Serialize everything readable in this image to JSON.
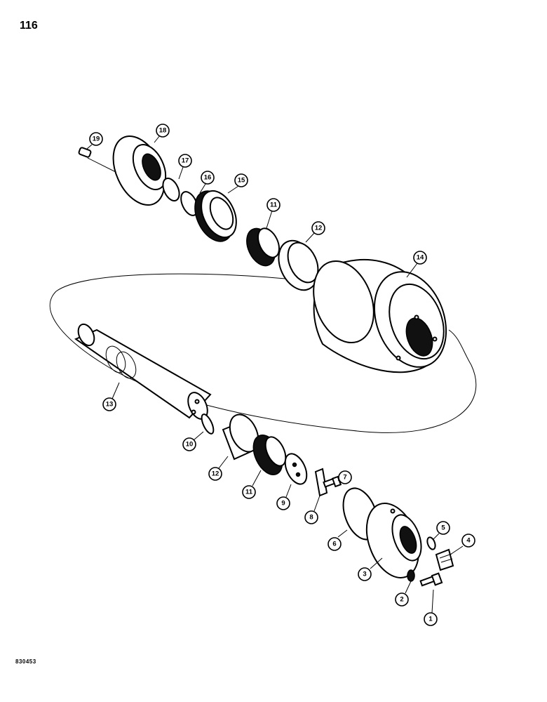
{
  "page": {
    "number": "116",
    "figure_code": "830453"
  },
  "callouts": [
    {
      "id": "1",
      "part": "bolt"
    },
    {
      "id": "2",
      "part": "lock-washer"
    },
    {
      "id": "3",
      "part": "end-collar"
    },
    {
      "id": "4",
      "part": "plug"
    },
    {
      "id": "5",
      "part": "o-ring-small"
    },
    {
      "id": "6",
      "part": "o-ring-large"
    },
    {
      "id": "7",
      "part": "cap-screw"
    },
    {
      "id": "8",
      "part": "lock-plate"
    },
    {
      "id": "9",
      "part": "retainer"
    },
    {
      "id": "10",
      "part": "pin"
    },
    {
      "id": "11",
      "part": "tapered-roller-bearing"
    },
    {
      "id": "11",
      "part": "tapered-roller-bearing"
    },
    {
      "id": "12",
      "part": "bearing-cup"
    },
    {
      "id": "12",
      "part": "bearing-cup"
    },
    {
      "id": "13",
      "part": "shaft"
    },
    {
      "id": "14",
      "part": "roller"
    },
    {
      "id": "15",
      "part": "seal"
    },
    {
      "id": "16",
      "part": "o-ring"
    },
    {
      "id": "17",
      "part": "snap-ring"
    },
    {
      "id": "18",
      "part": "end-collar"
    },
    {
      "id": "19",
      "part": "dowel-pin"
    }
  ]
}
